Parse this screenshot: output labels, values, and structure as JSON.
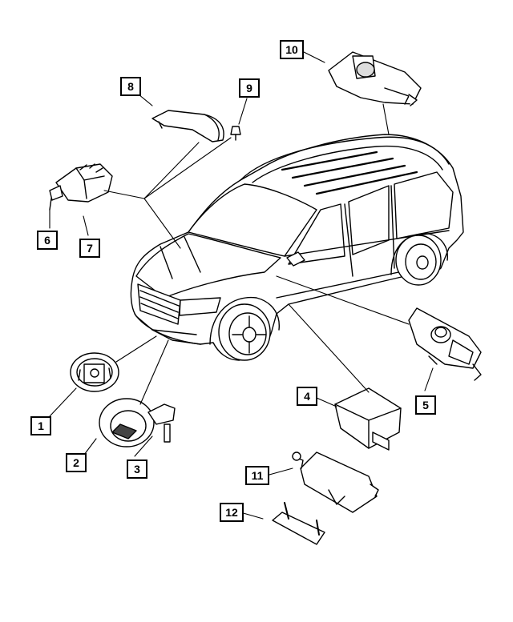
{
  "callouts": [
    {
      "id": "1",
      "label": "1"
    },
    {
      "id": "2",
      "label": "2"
    },
    {
      "id": "3",
      "label": "3"
    },
    {
      "id": "4",
      "label": "4"
    },
    {
      "id": "5",
      "label": "5"
    },
    {
      "id": "6",
      "label": "6"
    },
    {
      "id": "7",
      "label": "7"
    },
    {
      "id": "8",
      "label": "8"
    },
    {
      "id": "9",
      "label": "9"
    },
    {
      "id": "10",
      "label": "10"
    },
    {
      "id": "11",
      "label": "11"
    },
    {
      "id": "12",
      "label": "12"
    }
  ],
  "colors": {
    "line": "#000000",
    "fill": "#ffffff",
    "shade": "#d8d8d8",
    "dark": "#555555"
  }
}
